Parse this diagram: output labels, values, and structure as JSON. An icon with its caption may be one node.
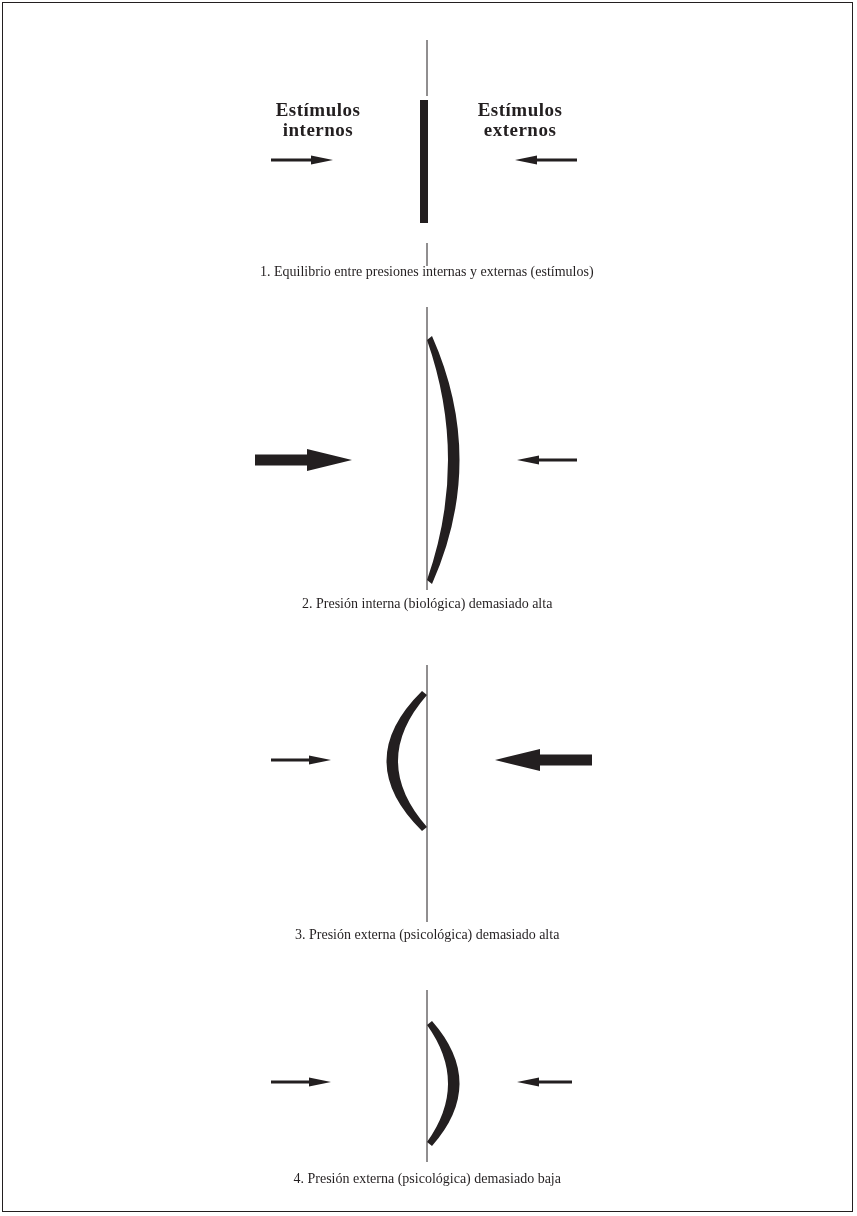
{
  "diagram": {
    "labels": [
      "Estímulos internos",
      "Estímulos externos",
      "1. Equilibrio entre presiones internas y externas (estímulos)",
      "2. Presión interna (biológica) demasiado alta",
      "3. Presión externa (psicológica) demasiado alta",
      "4. Presión externa (psicológica) demasiado baja"
    ]
  }
}
